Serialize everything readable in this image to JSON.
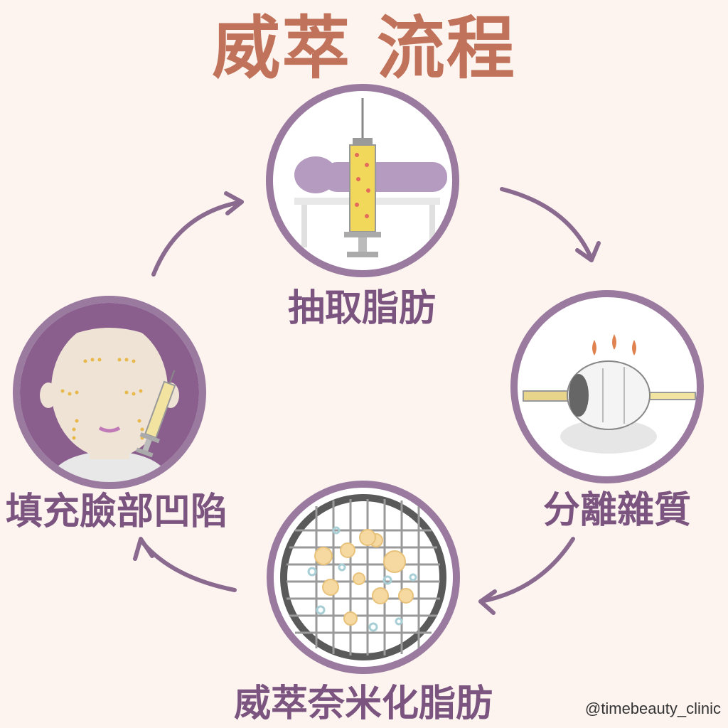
{
  "title": "威萃 流程",
  "steps": [
    {
      "label": "抽取脂肪",
      "icon": "liposuction-syringe-icon"
    },
    {
      "label": "分離雜質",
      "icon": "centrifuge-icon"
    },
    {
      "label": "威萃奈米化脂肪",
      "icon": "nano-fat-filter-icon"
    },
    {
      "label": "填充臉部凹陷",
      "icon": "face-injection-icon"
    }
  ],
  "watermark": "@timebeauty_clinic",
  "colors": {
    "background": "#fdf4ef",
    "title": "#c0735a",
    "label": "#7b5480",
    "circle_border": "#9b7aa0",
    "arrow": "#8a6a8f",
    "fat_yellow": "#f2d85a"
  }
}
